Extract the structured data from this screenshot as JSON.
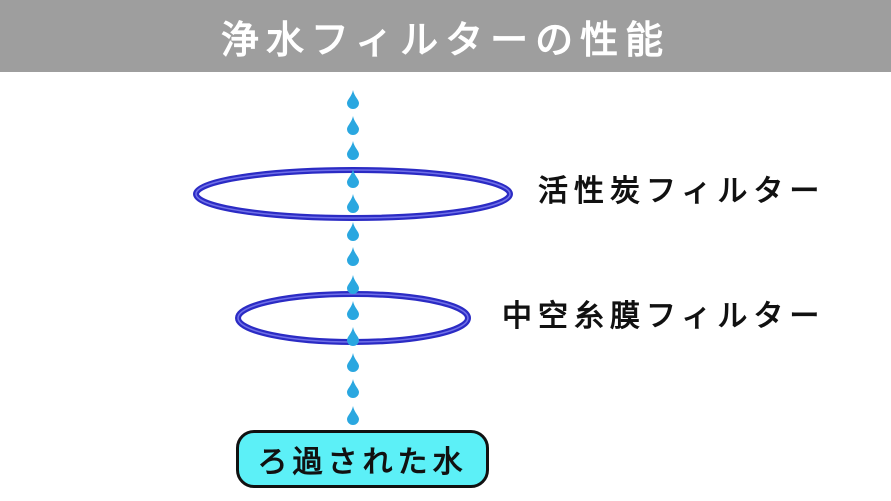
{
  "title": "浄水フィルターの性能",
  "filters": [
    {
      "label": "活性炭フィルター"
    },
    {
      "label": "中空糸膜フィルター"
    }
  ],
  "result": {
    "label": "ろ過された水"
  },
  "colors": {
    "header_background": "#9e9e9e",
    "header_text": "#ffffff",
    "water_drop": "#2aa7e0",
    "filter_ring": "#2b2bc4",
    "result_box_background": "#5cf0f7",
    "text": "#111111"
  }
}
